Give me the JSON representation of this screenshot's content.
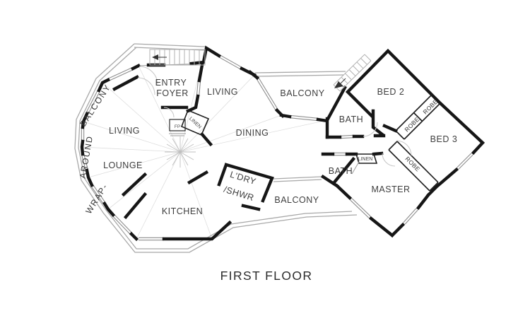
{
  "title": "FIRST FLOOR",
  "colors": {
    "wall": "#161616",
    "window": "#8d8d8d",
    "railing": "#a8a8a8",
    "label": "#3e3e3e",
    "background": "#ffffff"
  },
  "rooms": {
    "entry_line1": "ENTRY",
    "entry_line2": "FOYER",
    "living_upper": "LIVING",
    "living_west": "LIVING",
    "dining": "DINING",
    "lounge": "LOUNGE",
    "kitchen": "KITCHEN",
    "laundry_line1": "L'DRY",
    "laundry_line2": "/SHWR",
    "balcony_upper": "BALCONY",
    "balcony_lower": "BALCONY",
    "bed2": "BED 2",
    "bed3": "BED 3",
    "master": "MASTER",
    "bath_upper": "BATH",
    "bath_lower": "BATH"
  },
  "closets": {
    "robe_bed2": "ROBE",
    "robe_bed3": "ROBE",
    "robe_master": "ROBE",
    "linen_core": "LINEN",
    "linen_hall": "LINEN",
    "fireplace": "FP"
  },
  "wrap_balcony": {
    "word1": "WRAP-",
    "word2": "AROUND",
    "word3": "BALCONY"
  }
}
